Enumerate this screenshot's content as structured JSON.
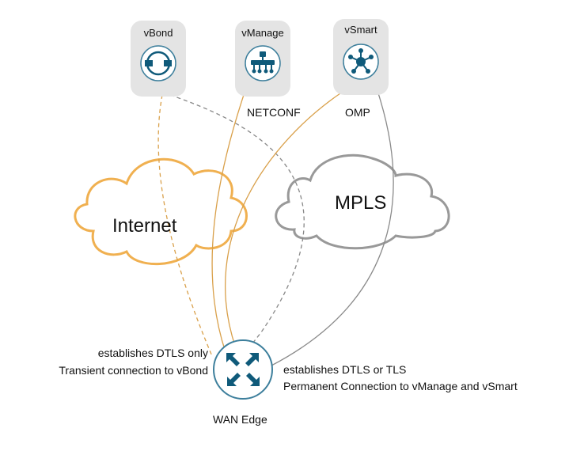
{
  "nodes": {
    "vbond": {
      "label": "vBond"
    },
    "vmanage": {
      "label": "vManage"
    },
    "vsmart": {
      "label": "vSmart"
    },
    "wan_edge": {
      "label": "WAN Edge"
    }
  },
  "clouds": {
    "internet": {
      "label": "Internet",
      "color": "#f0b050"
    },
    "mpls": {
      "label": "MPLS",
      "color": "#999999"
    }
  },
  "protocols": {
    "netconf": "NETCONF",
    "omp": "OMP"
  },
  "annotations": {
    "left_line1": "establishes DTLS only",
    "left_line2": "Transient connection to vBond",
    "right_line1": "establishes DTLS or TLS",
    "right_line2": "Permanent Connection to vManage and vSmart"
  },
  "colors": {
    "icon_blue": "#0f5a7a",
    "icon_ring": "#3d7f9c",
    "box_gray": "#e4e4e4",
    "orange_link": "#d9a04a",
    "gray_link": "#8a8a8a"
  }
}
